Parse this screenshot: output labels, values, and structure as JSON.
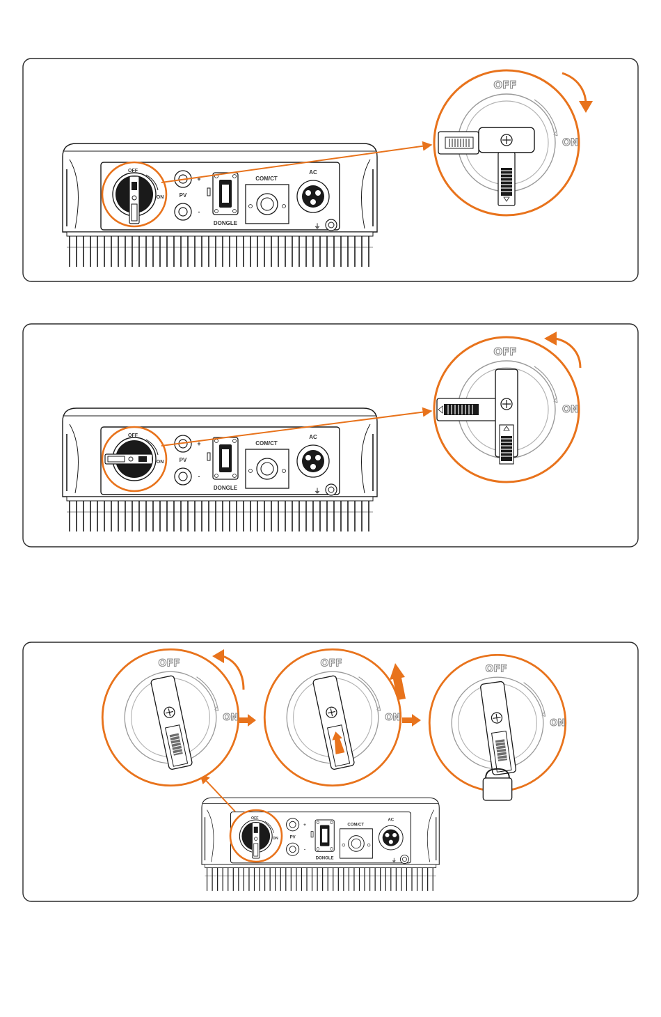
{
  "colors": {
    "accent": "#e8731c",
    "line": "#1a1a1a",
    "frame": "#2b2b2b"
  },
  "labels": {
    "off": "OFF",
    "on": "ON",
    "pv": "PV",
    "plus": "+",
    "minus": "-",
    "dongle": "DONGLE",
    "comct": "COM/CT",
    "ac": "AC"
  },
  "steps": [
    {
      "switch_state": "on",
      "rotation": "clockwise"
    },
    {
      "switch_state": "off",
      "rotation": "counterclockwise"
    },
    {
      "switch_state": "lock",
      "rotation": "counterclockwise"
    }
  ]
}
